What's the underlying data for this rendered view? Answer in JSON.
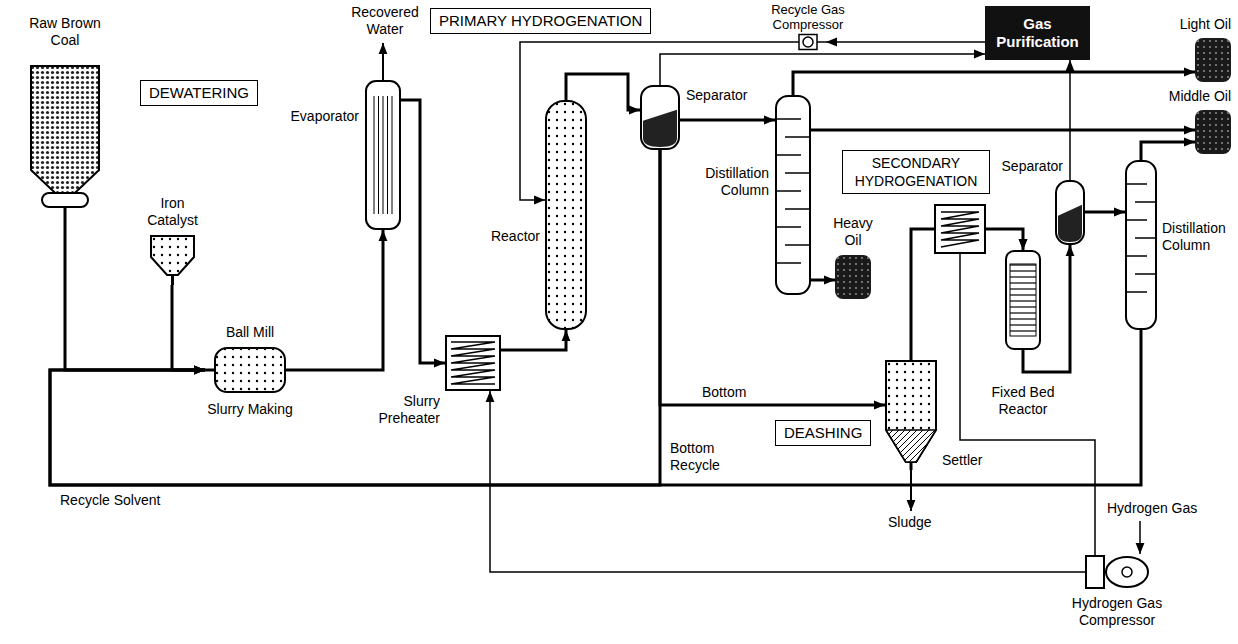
{
  "diagram": {
    "nodes": [
      {
        "text": [
          "DEWATERING"
        ]
      },
      {
        "text": [
          "PRIMARY HYDROGENATION"
        ]
      },
      {
        "text": [
          "SECONDARY HYDROGENATION"
        ]
      },
      {
        "text": [
          "DEASHING"
        ]
      },
      {
        "text": [
          "Raw Brown Coal"
        ]
      },
      {
        "text": [
          "Iron Catalyst"
        ]
      },
      {
        "text": [
          "Ball Mill",
          "Slurry Making"
        ]
      },
      {
        "text": [
          "Evaporator"
        ]
      },
      {
        "text": [
          "Slurry Preheater"
        ]
      },
      {
        "text": [
          "Reactor"
        ]
      },
      {
        "text": [
          "Separator"
        ]
      },
      {
        "text": [
          "Distillation Column"
        ]
      },
      {
        "text": [
          "Heavy Oil"
        ]
      },
      {
        "text": [
          "Recycle Gas Compressor"
        ]
      },
      {
        "text": [
          "Gas Purification"
        ]
      },
      {
        "text": [
          "Light Oil"
        ]
      },
      {
        "text": [
          "Middle Oil"
        ]
      },
      {
        "text": [
          "Settler"
        ]
      },
      {
        "text": [
          "Fixed Bed Reactor"
        ]
      },
      {
        "text": [
          "Separator"
        ]
      },
      {
        "text": [
          "Distillation Column"
        ]
      },
      {
        "text": [
          "Hydrogen Gas Compressor"
        ]
      }
    ],
    "edges": [
      {
        "from": 4,
        "to": 6,
        "arrow": "to"
      },
      {
        "from": 5,
        "to": 6,
        "arrow": "to"
      },
      {
        "from": 6,
        "to": 7,
        "arrow": "to"
      },
      {
        "from": 7,
        "to": 8,
        "arrow": "to"
      },
      {
        "from": 8,
        "to": 9,
        "arrow": "to"
      },
      {
        "from": 9,
        "to": 10,
        "arrow": "to"
      },
      {
        "from": 10,
        "to": 14,
        "arrow": "to"
      },
      {
        "from": 14,
        "to": 13,
        "arrow": "to"
      },
      {
        "from": 13,
        "to": 9,
        "arrow": "to"
      },
      {
        "from": 10,
        "to": 11,
        "arrow": "to"
      },
      {
        "from": 11,
        "to": 15,
        "arrow": "to"
      },
      {
        "from": 11,
        "to": 16,
        "arrow": "to"
      },
      {
        "from": 11,
        "to": 12,
        "arrow": "to"
      },
      {
        "from": 10,
        "to": 17,
        "label": "Bottom",
        "arrow": "to"
      },
      {
        "from": 10,
        "to": 6,
        "label": "Bottom Recycle",
        "arrow": "to"
      },
      {
        "from": 17,
        "to": 18,
        "arrow": "to"
      },
      {
        "from": 21,
        "to": 18,
        "arrow": "to"
      },
      {
        "from": 18,
        "to": 19,
        "arrow": "to"
      },
      {
        "from": 19,
        "to": 14,
        "arrow": "to"
      },
      {
        "from": 19,
        "to": 20,
        "arrow": "to"
      },
      {
        "from": 20,
        "to": 16,
        "arrow": "to"
      },
      {
        "from": 20,
        "to": 6,
        "label": "Recycle Solvent",
        "arrow": "to"
      },
      {
        "from": 21,
        "to": 8,
        "arrow": "to"
      }
    ],
    "labels": [
      "Recovered Water",
      "Sludge",
      "Hydrogen Gas"
    ]
  }
}
